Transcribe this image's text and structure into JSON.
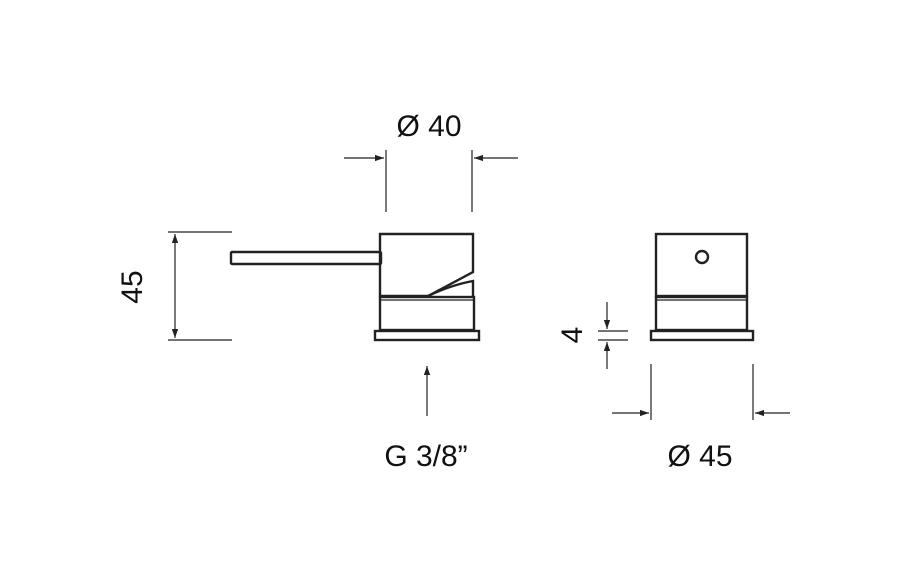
{
  "dimensions": {
    "top_diameter": "Ø 40",
    "height": "45",
    "connection": "G 3/8”",
    "base_height": "4",
    "base_diameter": "Ø 45"
  }
}
